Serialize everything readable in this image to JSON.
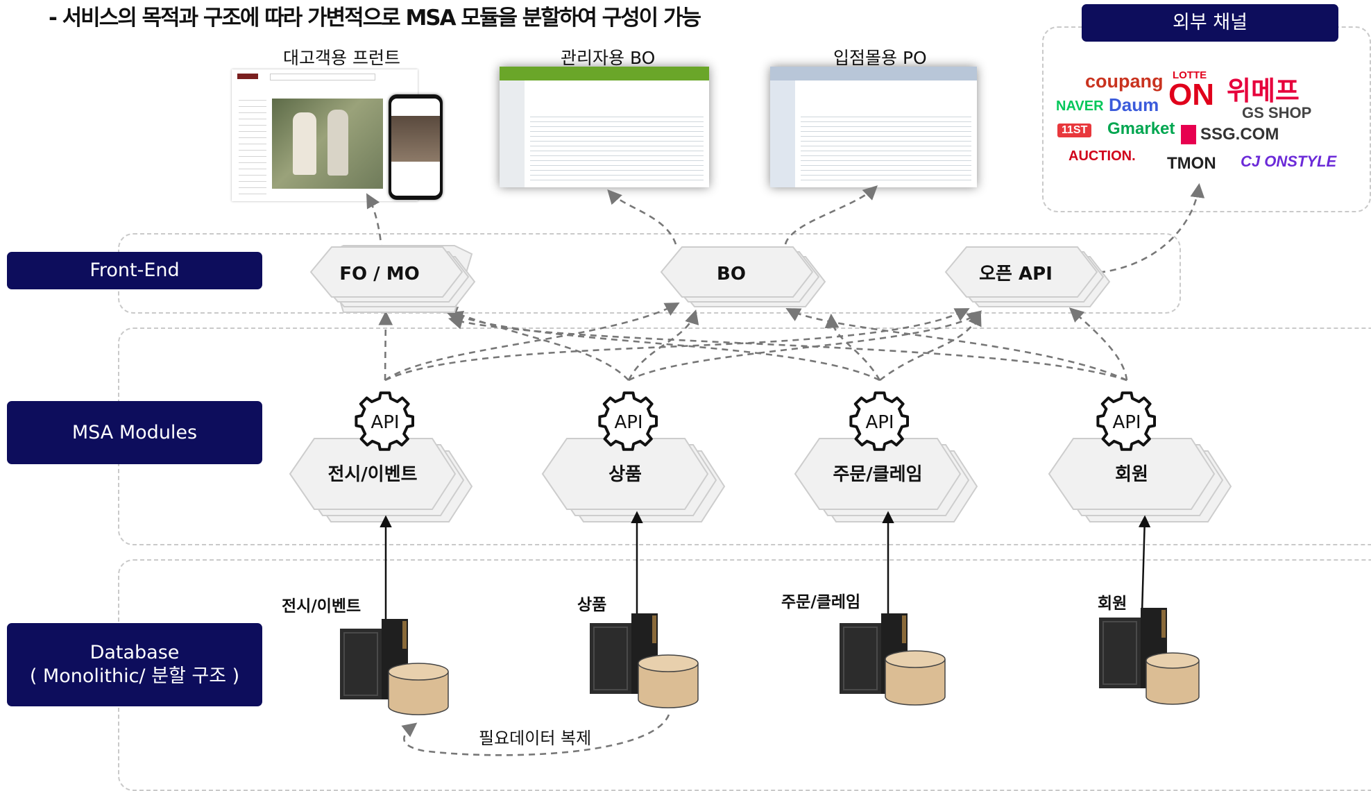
{
  "headline": "- 서비스의 목적과 구조에 따라 가변적으로 MSA 모듈을 분할하여 구성이 가능",
  "external_channels": {
    "title": "외부 채널",
    "logos": [
      "coupang",
      "LOTTE",
      "ON",
      "위메프",
      "NAVER",
      "Daum",
      "GS SHOP",
      "11ST",
      "Gmarket",
      "SSG.COM",
      "AUCTION.",
      "TMON",
      "CJ ONSTYLE"
    ]
  },
  "screens": {
    "fo_label": "대고객용 프런트",
    "bo_label": "관리자용 BO",
    "po_label": "입점몰용 PO"
  },
  "layers": {
    "frontend": "Front-End",
    "msa": "MSA Modules",
    "database_line1": "Database",
    "database_line2": "( Monolithic/ 분할 구조 )"
  },
  "frontend_nodes": [
    "FO / MO",
    "BO",
    "오픈 API"
  ],
  "api_label": "API",
  "modules": [
    "전시/이벤트",
    "상품",
    "주문/클레임",
    "회원"
  ],
  "db_labels": [
    "전시/이벤트",
    "상품",
    "주문/클레임",
    "회원"
  ],
  "replication_label": "필요데이터 복제",
  "colors": {
    "navy": "#0d0d5c",
    "hex_fill": "#f1f1f1",
    "hex_stroke": "#cdcdcd",
    "arrow": "#777777",
    "db_cylinder": "#dbbd94",
    "coupang": "#c9331f",
    "lotte_on": "#e0001b",
    "wemakeprice": "#e6003c",
    "naver": "#03c75a",
    "gmarket": "#00a650",
    "ssg": "#e7004f",
    "cj_onstyle": "#6b2ad8"
  }
}
